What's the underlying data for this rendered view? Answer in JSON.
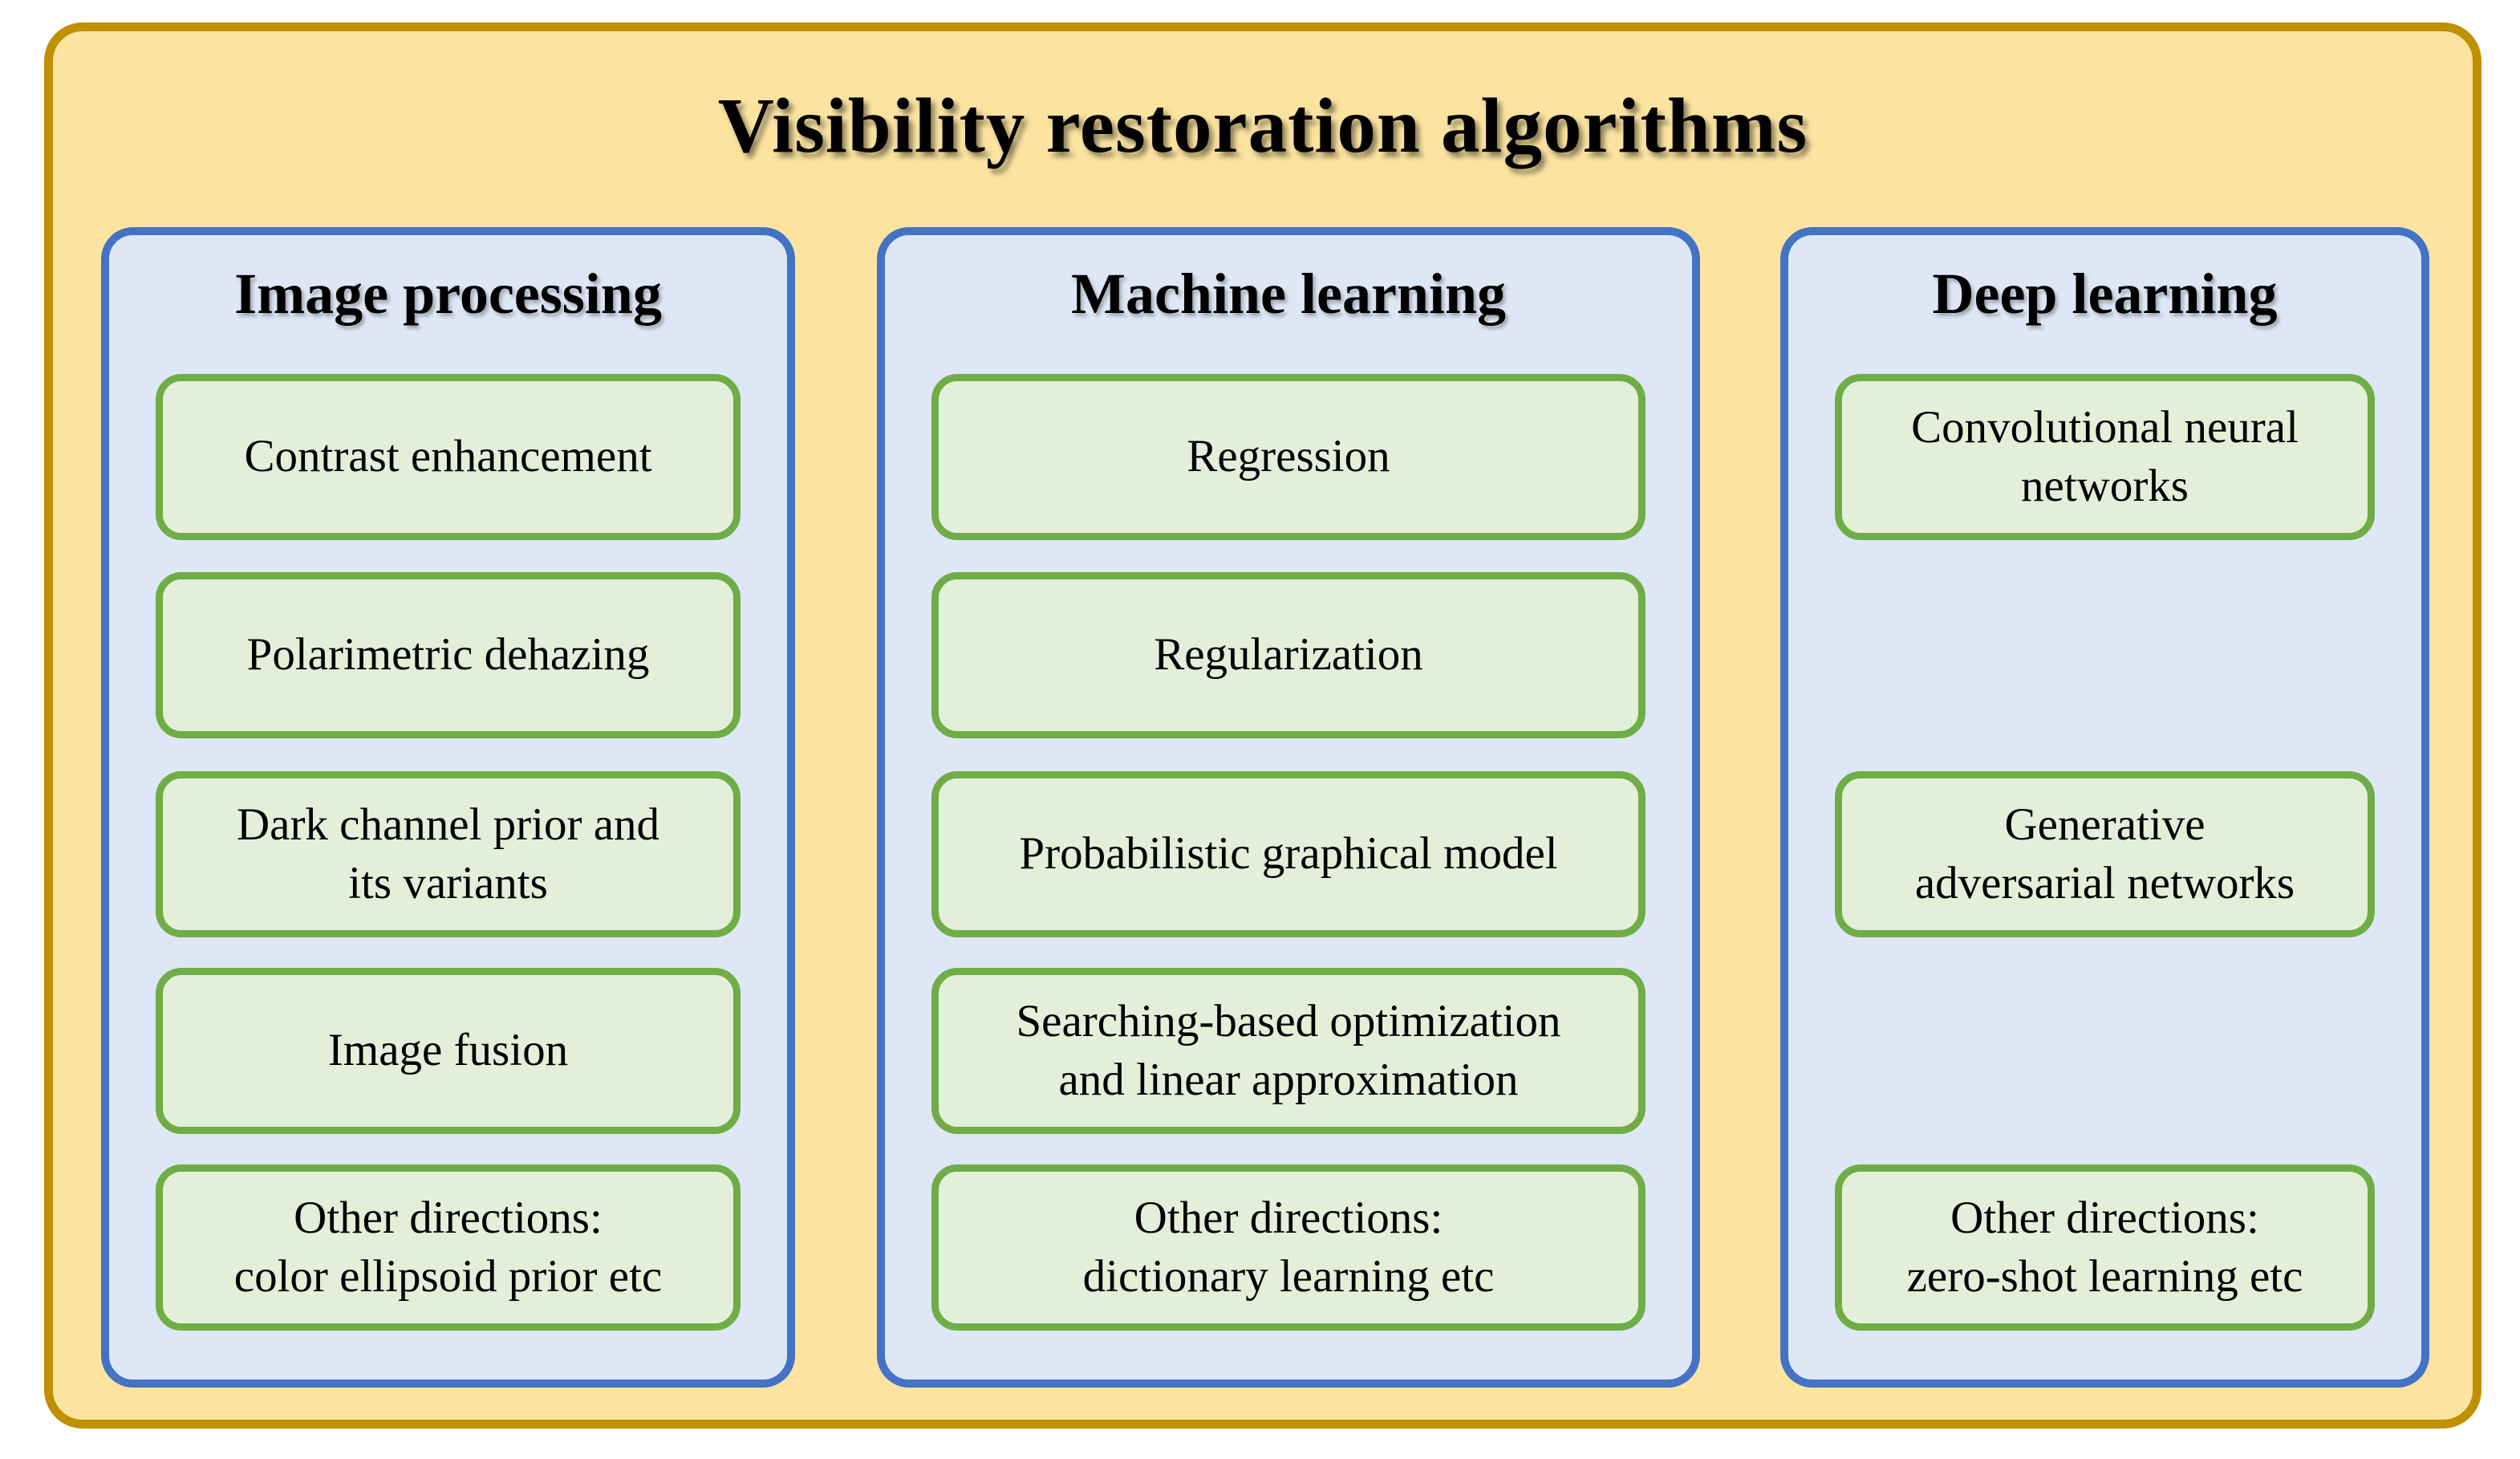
{
  "title": "Visibility restoration algorithms",
  "colors": {
    "outer_fill": "#FCE4A0",
    "outer_border": "#BF9000",
    "column_fill": "#DEE7F5",
    "column_border": "#4472C4",
    "item_fill": "#E4EFDA",
    "item_border": "#6FAD47",
    "text": "#000000"
  },
  "columns": [
    {
      "header": "Image processing",
      "items": [
        {
          "label": "Contrast enhancement"
        },
        {
          "label": "Polarimetric dehazing"
        },
        {
          "label": "Dark channel prior and\nits variants"
        },
        {
          "label": "Image fusion"
        },
        {
          "label": "Other directions:\ncolor ellipsoid prior etc"
        }
      ]
    },
    {
      "header": "Machine learning",
      "items": [
        {
          "label": "Regression"
        },
        {
          "label": "Regularization"
        },
        {
          "label": "Probabilistic graphical model"
        },
        {
          "label": "Searching-based optimization\nand linear approximation"
        },
        {
          "label": "Other directions:\ndictionary learning etc"
        }
      ]
    },
    {
      "header": "Deep learning",
      "items": [
        {
          "label": "Convolutional neural\nnetworks"
        },
        {
          "label": "Generative\nadversarial networks"
        },
        {
          "label": "Other directions:\nzero-shot learning etc"
        }
      ]
    }
  ]
}
